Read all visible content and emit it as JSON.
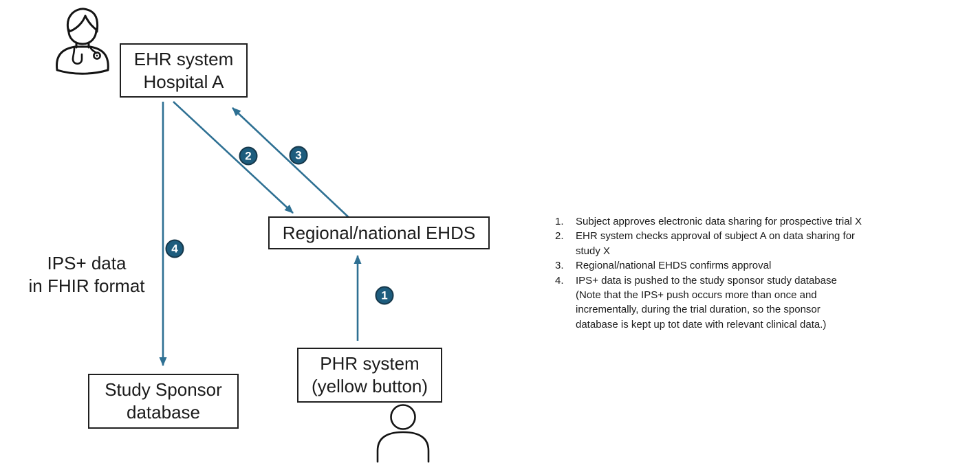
{
  "diagram": {
    "nodes": {
      "ehr": {
        "label": "EHR system\nHospital A"
      },
      "ehds": {
        "label": "Regional/national EHDS"
      },
      "phr": {
        "label": "PHR system\n(yellow button)"
      },
      "sponsor": {
        "label": "Study Sponsor\ndatabase"
      }
    },
    "flow_label": "IPS+ data\nin FHIR format",
    "steps": {
      "s1": "1",
      "s2": "2",
      "s3": "3",
      "s4": "4"
    },
    "icons": {
      "clinician": "clinician-doctor-icon",
      "subject": "patient-person-icon"
    },
    "colors": {
      "arrow": "#2E7093",
      "badge_fill": "#1D5C7D",
      "badge_border": "#15374A",
      "box_border": "#1F1F1F",
      "text": "#1B1B1B"
    }
  },
  "legend": {
    "items": [
      {
        "marker": "1.",
        "text": "Subject approves electronic data sharing for prospective trial X"
      },
      {
        "marker": "2.",
        "text": "EHR system checks approval of subject A on data sharing for\nstudy X"
      },
      {
        "marker": "3.",
        "text": "Regional/national EHDS confirms approval"
      },
      {
        "marker": "4.",
        "text": "IPS+ data is pushed to the study sponsor study database\n(Note that the IPS+ push occurs more than once and\nincrementally, during the trial duration, so the sponsor\ndatabase is kept up tot date with relevant clinical data.)"
      }
    ]
  }
}
